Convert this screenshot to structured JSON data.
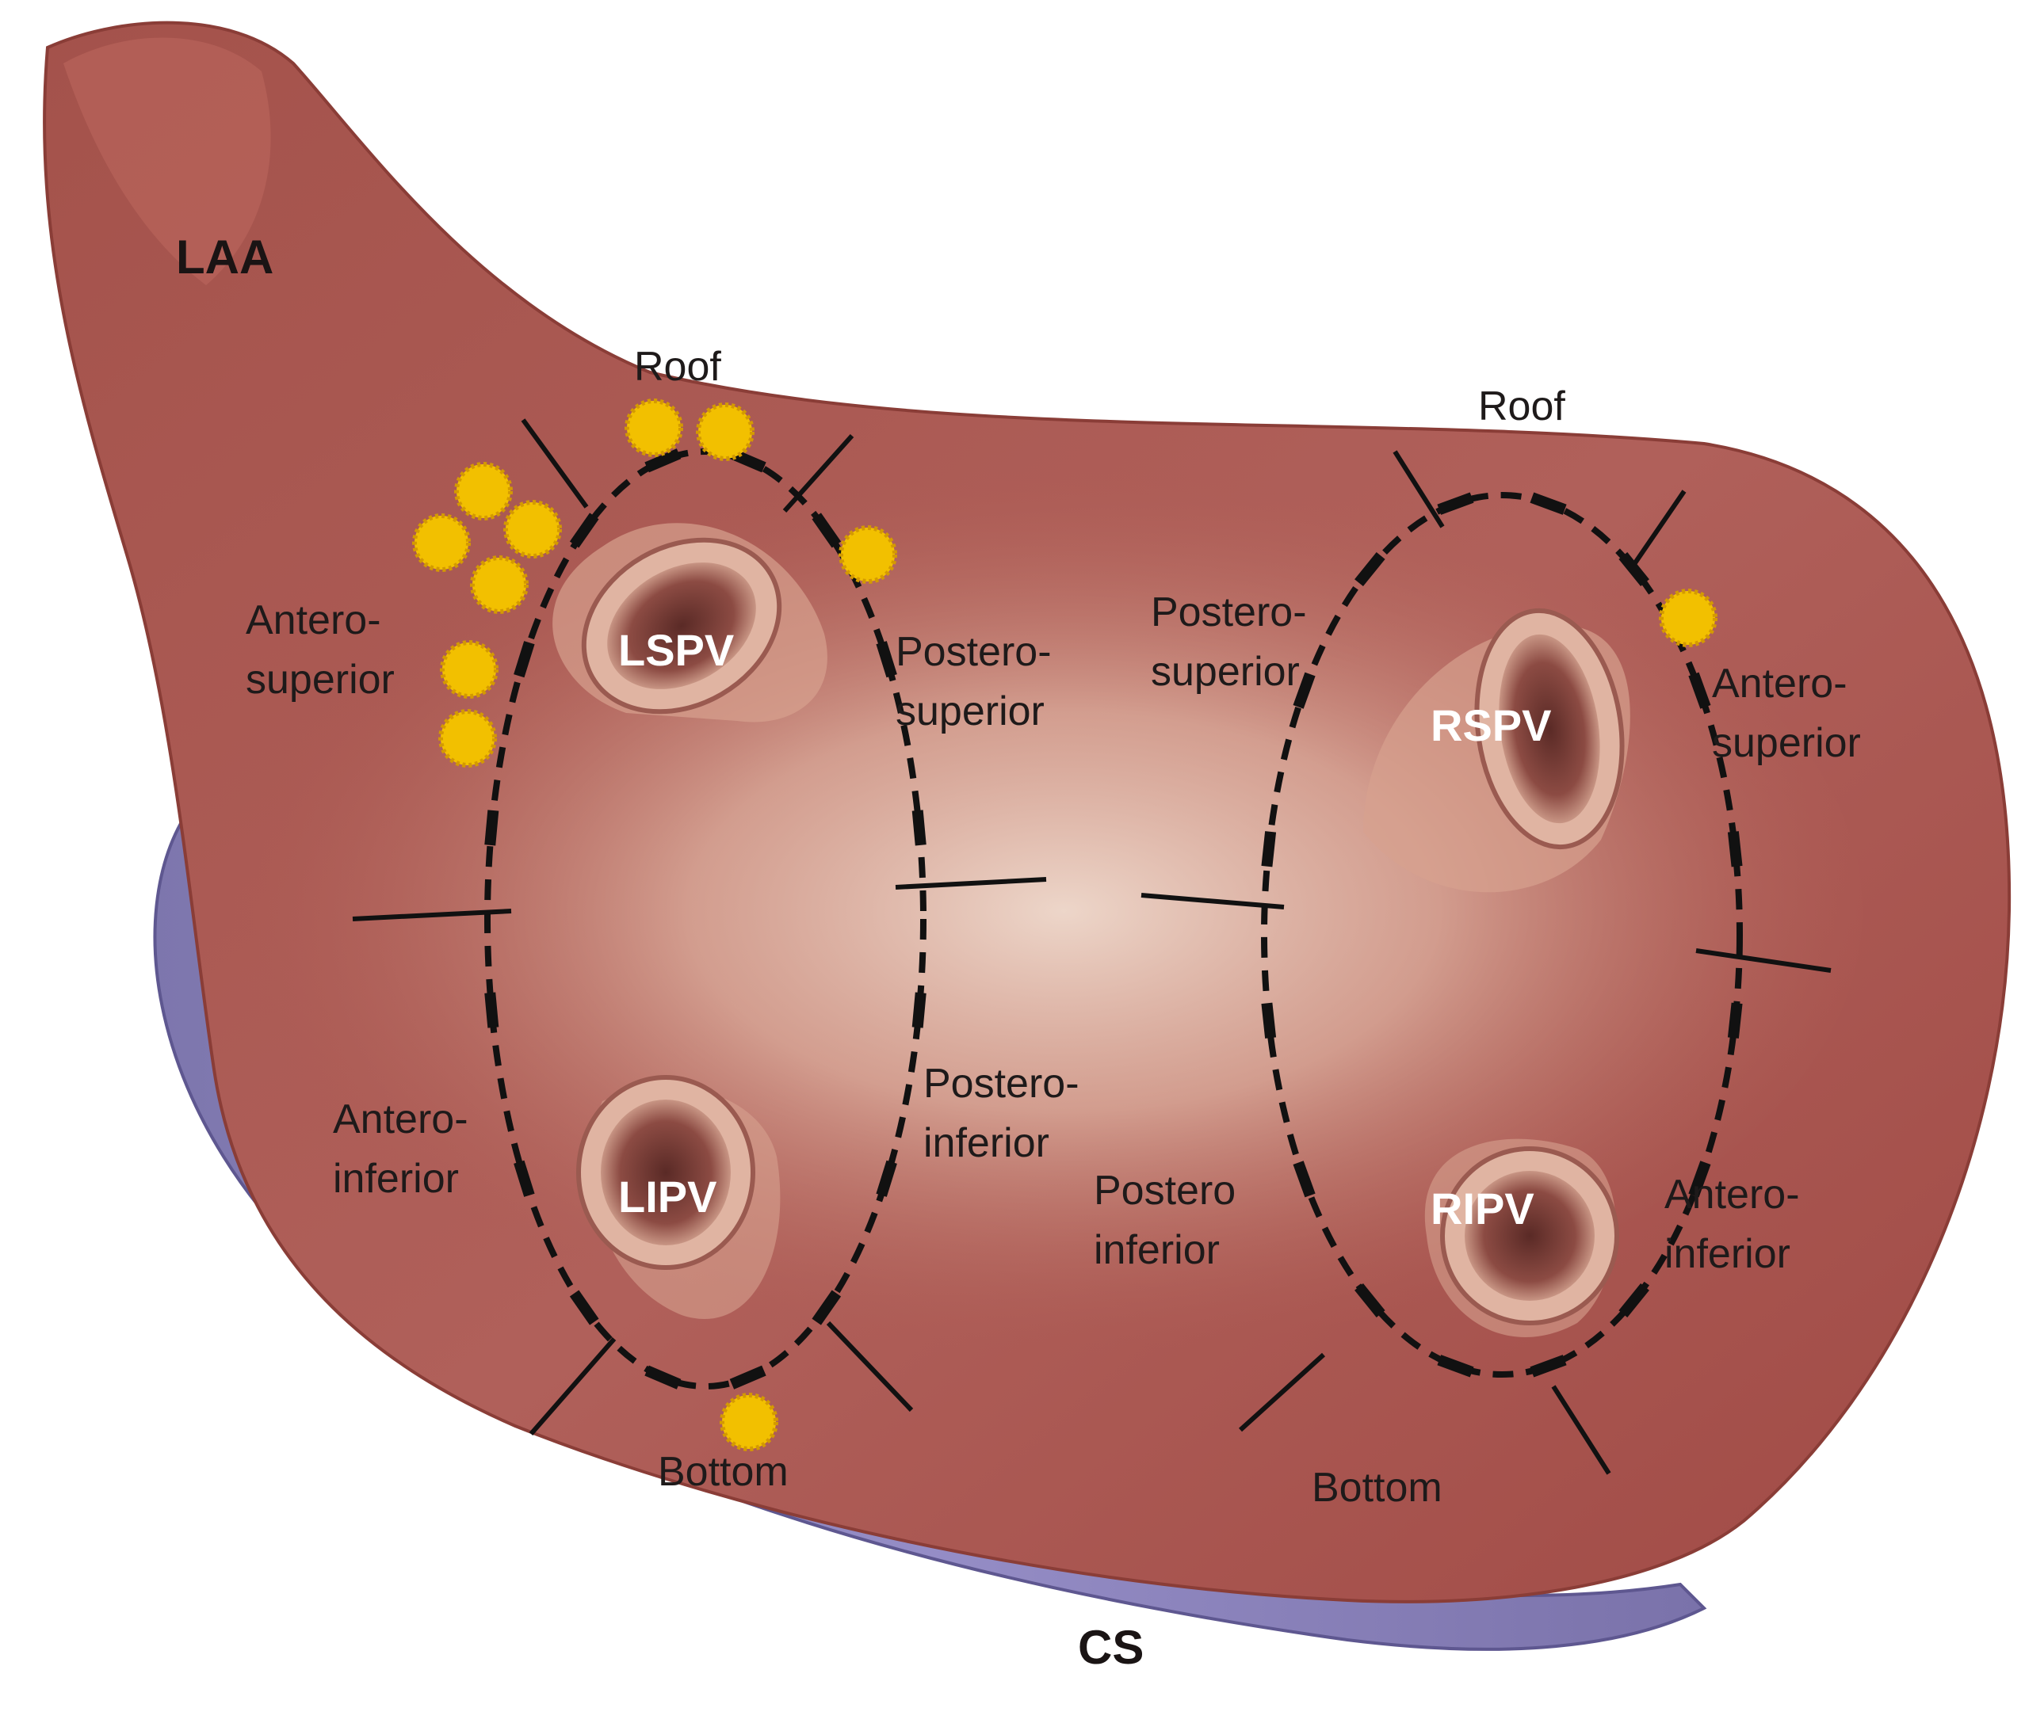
{
  "colors": {
    "atrium": "#a9524a",
    "atrium_dark": "#7e3a35",
    "atrium_light": "#e6c4b4",
    "coronary_sinus": "#8e86bf",
    "coronary_sinus_dark": "#6c6499",
    "marker": "#f2c000",
    "marker_edge": "#d49a00",
    "line": "#111111"
  },
  "labels": {
    "laa": "LAA",
    "cs": "CS",
    "lspv": "LSPV",
    "lipv": "LIPV",
    "rspv": "RSPV",
    "ripv": "RIPV"
  },
  "left_ring": {
    "roof": "Roof",
    "bottom": "Bottom",
    "antero_superior": [
      "Antero-",
      "superior"
    ],
    "postero_superior": [
      "Postero-",
      "superior"
    ],
    "antero_inferior": [
      "Antero-",
      "inferior"
    ],
    "postero_inferior": [
      "Postero-",
      "inferior"
    ]
  },
  "right_ring": {
    "roof": "Roof",
    "bottom": "Bottom",
    "postero_superior": [
      "Postero-",
      "superior"
    ],
    "antero_superior": [
      "Antero-",
      "superior"
    ],
    "postero_inferior": [
      "Postero",
      "inferior"
    ],
    "antero_inferior": [
      "Antero-",
      "inferior"
    ]
  },
  "gap_count": 10
}
